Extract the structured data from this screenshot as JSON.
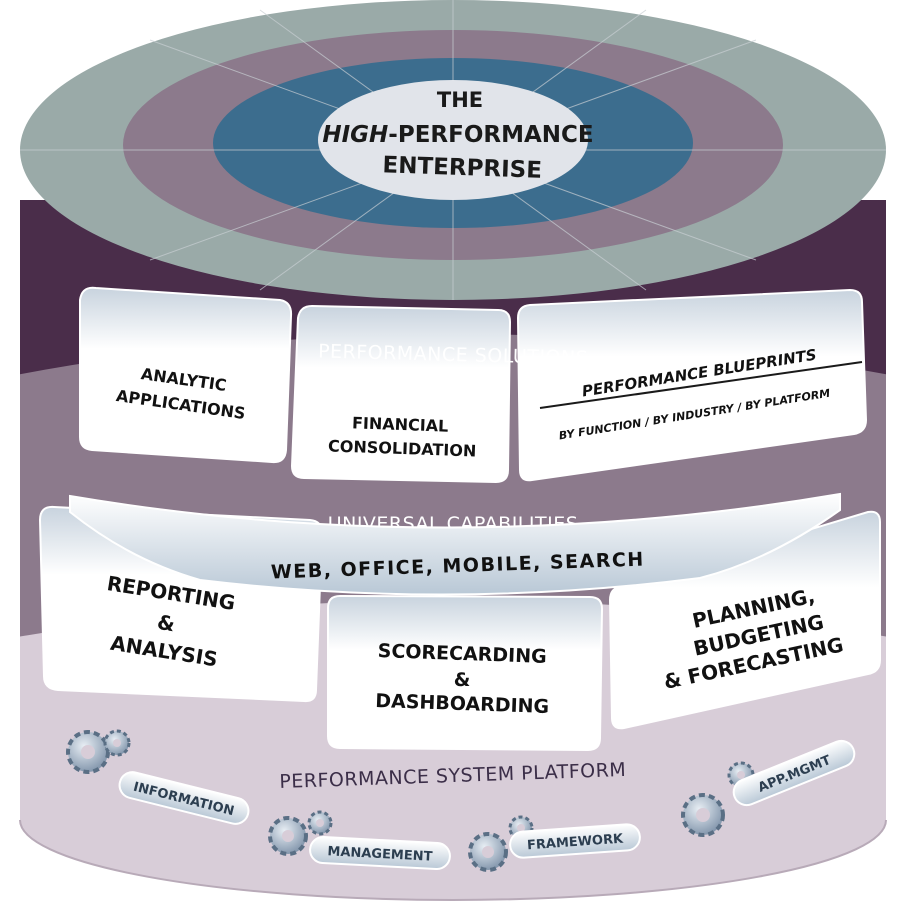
{
  "top": {
    "line1": "THE",
    "line2_a": "HIGH",
    "line2_b": "-PERFORMANCE",
    "line3": "ENTERPRISE"
  },
  "solutions": {
    "label": "PERFORMANCE SOLUTIONS",
    "box1": [
      "ANALYTIC",
      "APPLICATIONS"
    ],
    "box2": [
      "FINANCIAL",
      "CONSOLIDATION"
    ],
    "box3_title": "PERFORMANCE BLUEPRINTS",
    "box3_sub": "BY FUNCTION / BY INDUSTRY / BY PLATFORM"
  },
  "capabilities": {
    "label": "UNIVERSAL CAPABILITIES",
    "banner": "WEB, OFFICE, MOBILE, SEARCH",
    "box1": [
      "REPORTING",
      "&",
      "ANALYSIS"
    ],
    "box2": [
      "SCORECARDING",
      "&",
      "DASHBOARDING"
    ],
    "box3": [
      "PLANNING,",
      "BUDGETING",
      "& FORECASTING"
    ]
  },
  "platform": {
    "label": "PERFORMANCE SYSTEM PLATFORM",
    "items": [
      "INFORMATION",
      "MANAGEMENT",
      "FRAMEWORK",
      "APP.MGMT"
    ]
  },
  "colors": {
    "outer_ring": "#9aaaa8",
    "purple_ring": "#8c7a8c",
    "blue_ring": "#3c6d8e",
    "center": "#e1e4ea",
    "dark_band": "#4a2d4a",
    "mid_band": "#8c7a8c",
    "light_band": "#d8cdd8"
  }
}
